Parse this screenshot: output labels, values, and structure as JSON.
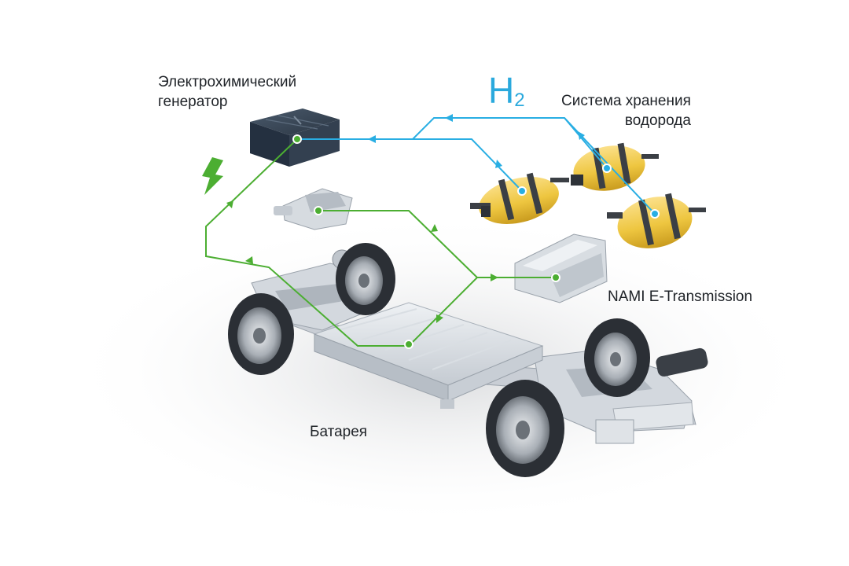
{
  "labels": {
    "generator": [
      "Электрохимический",
      "генератор"
    ],
    "hydrogen_storage": [
      "Система хранения",
      "водорода"
    ],
    "transmission": "NAMI E-Transmission",
    "battery": "Батарея"
  },
  "h2": {
    "symbol": "H",
    "subscript": "2"
  },
  "colors": {
    "hydrogen_flow": "#29aee3",
    "electric_flow": "#4cae32",
    "tank": "#f2cf4a",
    "generator": "#2f3c4c",
    "chassis": "#d6dbe1",
    "tire": "#2b2f35"
  },
  "icons": [
    "lightning-bolt-icon"
  ]
}
